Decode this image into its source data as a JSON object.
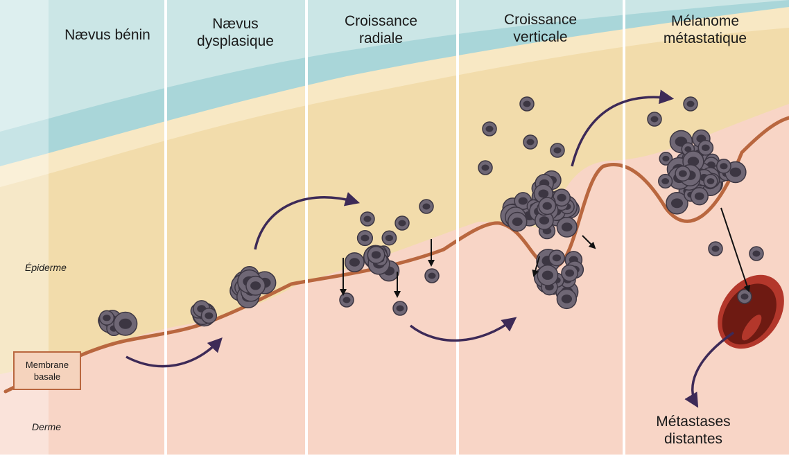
{
  "diagram": {
    "stages": [
      {
        "title": "Nævus bénin"
      },
      {
        "title": "Nævus\ndysplasique"
      },
      {
        "title": "Croissance\nradiale"
      },
      {
        "title": "Croissance\nverticale"
      },
      {
        "title": "Mélanome\nmétastatique"
      }
    ],
    "layers": {
      "epidermis": "Épiderme",
      "dermis": "Derme",
      "basement_membrane": "Membrane\nbasale"
    },
    "outcome": "Métastases\ndistantes"
  },
  "colors": {
    "sky": "#cbe6e6",
    "sky_band": "#a9d6d9",
    "epidermis": "#f2dcab",
    "epidermis_light": "#f8e8c4",
    "dermis": "#f8d5c6",
    "membrane": "#b9673f",
    "cell_fill": "#6f6775",
    "cell_nucleus": "#3c3642",
    "arrow": "#3d2a57",
    "vessel": "#b3372b",
    "vessel_dark": "#6e1a12"
  }
}
